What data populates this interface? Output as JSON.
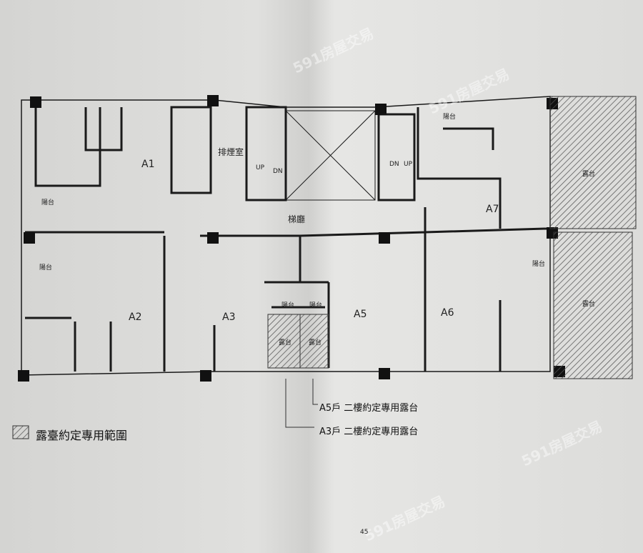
{
  "rooms": {
    "smoke_room": "排煙室",
    "lobby": "梯廳"
  },
  "units": [
    "A1",
    "A2",
    "A3",
    "A5",
    "A6",
    "A7"
  ],
  "balcony": "陽台",
  "terrace": "露台",
  "stairs": {
    "up": "UP",
    "down": "DN"
  },
  "notes": {
    "a5": "A5戶  二樓約定專用露台",
    "a3": "A3戶  二樓約定專用露台"
  },
  "legend": {
    "label": "露臺約定專用範圍"
  },
  "page_number": "45",
  "watermark": "591房屋交易"
}
